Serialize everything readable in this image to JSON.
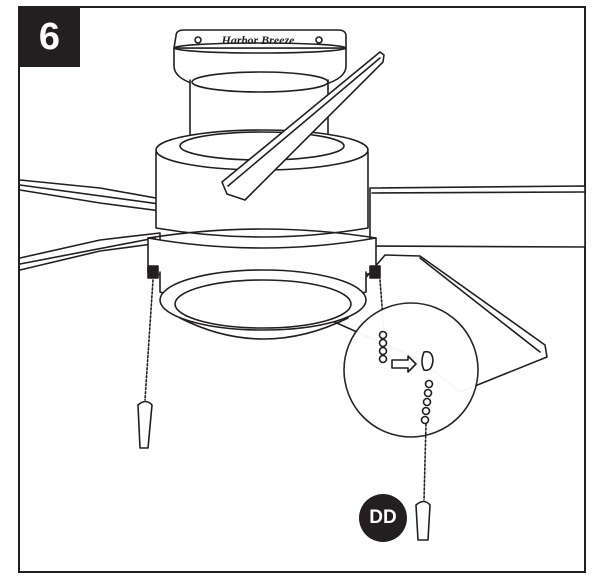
{
  "step": {
    "number": "6"
  },
  "brand": {
    "name": "Harbor Breeze"
  },
  "part": {
    "label": "DD"
  },
  "colors": {
    "ink": "#231f20",
    "paper": "#ffffff"
  },
  "icons": {
    "light_chain_pull": "bulb-icon",
    "fan_chain_pull": "fan-icon",
    "direction": "arrow-right-icon"
  }
}
